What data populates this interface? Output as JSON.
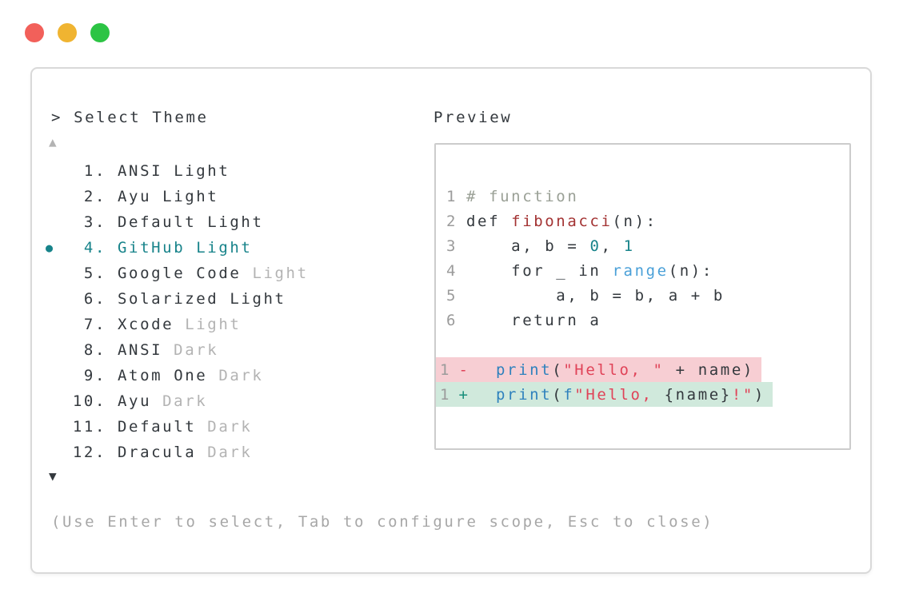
{
  "colors": {
    "text-dark": "#33383d",
    "gray-linenum": "#9b9b9b",
    "gray-variant": "#b3b3b3",
    "gray-hint": "#a7a7a7",
    "comment": "#9aa096",
    "func-red": "#a33333",
    "string-red": "#e04358",
    "blue": "#2e81bd",
    "blue-light": "#4aa0d8",
    "teal": "#17838a",
    "add-sign": "#188f7b",
    "removed-bg": "#f7ced3",
    "added-bg": "#d0e9dc",
    "window-border": "#d9d9d9",
    "panel-border": "#cccccc"
  },
  "window_controls": {
    "buttons": [
      {
        "name": "close",
        "color": "#f2605a"
      },
      {
        "name": "minimize",
        "color": "#f0b431"
      },
      {
        "name": "zoom",
        "color": "#2cc444"
      }
    ]
  },
  "picker": {
    "prompt": "> Select Theme",
    "scroll_up": "▲",
    "scroll_down": "▼",
    "hint": "(Use Enter to select, Tab to configure scope, Esc to close)"
  },
  "theme_list": {
    "selected_number": "4.",
    "selected_name": "GitHub Light",
    "items": [
      {
        "number": "1.",
        "name": "ANSI Light",
        "variant": "",
        "selected": false
      },
      {
        "number": "2.",
        "name": "Ayu Light",
        "variant": "",
        "selected": false
      },
      {
        "number": "3.",
        "name": "Default Light",
        "variant": "",
        "selected": false
      },
      {
        "number": "4.",
        "name": "GitHub Light",
        "variant": "",
        "selected": true
      },
      {
        "number": "5.",
        "name": "Google Code",
        "variant": "Light",
        "selected": false
      },
      {
        "number": "6.",
        "name": "Solarized Light",
        "variant": "",
        "selected": false
      },
      {
        "number": "7.",
        "name": "Xcode",
        "variant": "Light",
        "selected": false
      },
      {
        "number": "8.",
        "name": "ANSI",
        "variant": "Dark",
        "selected": false
      },
      {
        "number": "9.",
        "name": "Atom One",
        "variant": "Dark",
        "selected": false
      },
      {
        "number": "10.",
        "name": "Ayu",
        "variant": "Dark",
        "selected": false
      },
      {
        "number": "11.",
        "name": "Default",
        "variant": "Dark",
        "selected": false
      },
      {
        "number": "12.",
        "name": "Dracula",
        "variant": "Dark",
        "selected": false
      }
    ]
  },
  "preview": {
    "title": "Preview",
    "code_lines": [
      {
        "num": "1",
        "tokens": [
          {
            "t": "# function",
            "c": "comment"
          }
        ]
      },
      {
        "num": "2",
        "tokens": [
          {
            "t": "def ",
            "c": "text"
          },
          {
            "t": "fibonacci",
            "c": "func"
          },
          {
            "t": "(n):",
            "c": "text"
          }
        ]
      },
      {
        "num": "3",
        "tokens": [
          {
            "t": "    a, b = ",
            "c": "text"
          },
          {
            "t": "0",
            "c": "num"
          },
          {
            "t": ", ",
            "c": "text"
          },
          {
            "t": "1",
            "c": "num"
          }
        ]
      },
      {
        "num": "4",
        "tokens": [
          {
            "t": "    for _ in ",
            "c": "text"
          },
          {
            "t": "range",
            "c": "builtin"
          },
          {
            "t": "(n):",
            "c": "text"
          }
        ]
      },
      {
        "num": "5",
        "tokens": [
          {
            "t": "        a, b = b, a + b",
            "c": "text"
          }
        ]
      },
      {
        "num": "6",
        "tokens": [
          {
            "t": "    return a",
            "c": "text"
          }
        ]
      }
    ],
    "diff": [
      {
        "num": "1",
        "sign": "-",
        "type": "removed",
        "tokens": [
          {
            "t": "print",
            "c": "blue"
          },
          {
            "t": "(",
            "c": "text"
          },
          {
            "t": "\"Hello, \"",
            "c": "string"
          },
          {
            "t": " + name)",
            "c": "text"
          }
        ]
      },
      {
        "num": "1",
        "sign": "+",
        "type": "added",
        "tokens": [
          {
            "t": "print",
            "c": "blue"
          },
          {
            "t": "(",
            "c": "text"
          },
          {
            "t": "f",
            "c": "blue"
          },
          {
            "t": "\"Hello, ",
            "c": "string"
          },
          {
            "t": "{name}",
            "c": "text"
          },
          {
            "t": "!\"",
            "c": "string"
          },
          {
            "t": ")",
            "c": "text"
          }
        ]
      }
    ]
  }
}
